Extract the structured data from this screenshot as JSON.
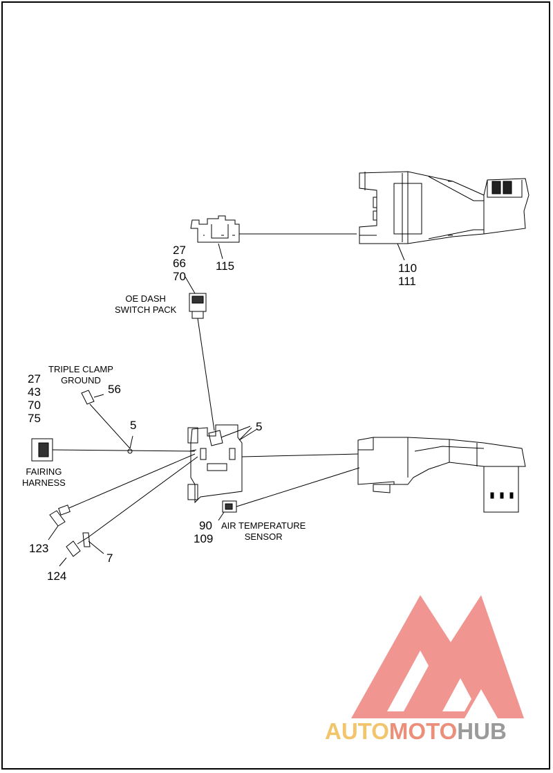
{
  "callouts": {
    "c115": "115",
    "c110_111": [
      "110",
      "111"
    ],
    "c27_66_70": [
      "27",
      "66",
      "70"
    ],
    "c27_43_70_75": [
      "27",
      "43",
      "70",
      "75"
    ],
    "c56": "56",
    "c5_left": "5",
    "c5_right": "5",
    "c90_109": [
      "90",
      "109"
    ],
    "c123": "123",
    "c124": "124",
    "c7": "7"
  },
  "labels": {
    "oe_dash_switch_pack": [
      "OE DASH",
      "SWITCH PACK"
    ],
    "triple_clamp_ground": [
      "TRIPLE CLAMP",
      "GROUND"
    ],
    "fairing_harness": [
      "FAIRING",
      "HARNESS"
    ],
    "air_temperature_sensor": [
      "AIR TEMPERATURE",
      "SENSOR"
    ]
  },
  "watermark": {
    "part1": "AUTO",
    "part2": "MOTO",
    "part3": "HUB",
    "colors": {
      "auto": "#f2c46b",
      "moto": "#ec8f7a",
      "hub": "#9a9a9a",
      "triangle": "#f08a86"
    }
  },
  "colors": {
    "line": "#000000",
    "background": "#ffffff"
  }
}
